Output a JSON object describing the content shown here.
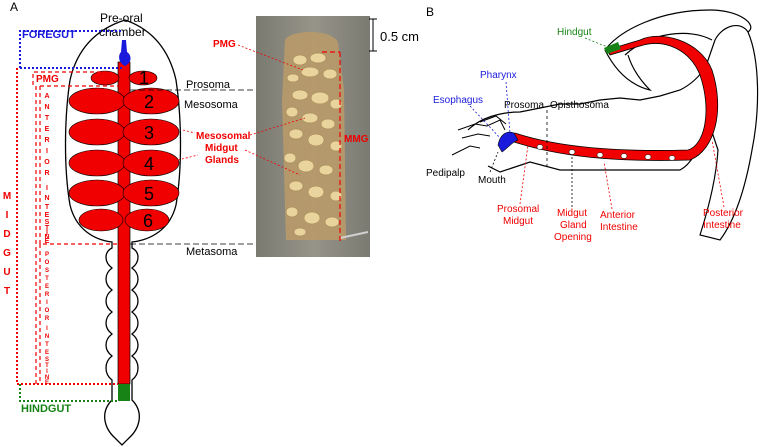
{
  "panels": {
    "a": "A",
    "b": "B"
  },
  "colors": {
    "gut_red": "#f00000",
    "foregut_blue": "#1a1adc",
    "hindgut_green": "#178317",
    "outline": "#000000",
    "photo_bg": "#8d8c82"
  },
  "panel_a": {
    "pre_oral_chamber_line1": "Pre-oral",
    "pre_oral_chamber_line2": "chamber",
    "foregut": "FOREGUT",
    "pmg": "PMG",
    "prosoma": "Prosoma",
    "mesosoma": "Mesosoma",
    "metasoma": "Metasoma",
    "midgut_letters": [
      "M",
      "I",
      "D",
      "G",
      "U",
      "T"
    ],
    "anterior_intestine_letters": [
      "A",
      "N",
      "T",
      "E",
      "R",
      "I",
      "O",
      "R",
      "I",
      "N",
      "T",
      "E",
      "S",
      "T",
      "I",
      "N",
      "E"
    ],
    "posterior_intestine_letters": [
      "P",
      "O",
      "S",
      "T",
      "E",
      "R",
      "I",
      "O",
      "R",
      "I",
      "N",
      "T",
      "E",
      "S",
      "T",
      "I",
      "N",
      "E"
    ],
    "hindgut": "HINDGUT",
    "gland_numbers": [
      "1",
      "2",
      "3",
      "4",
      "5",
      "6"
    ]
  },
  "photo": {
    "scale_bar": "0.5 cm",
    "pmg": "PMG",
    "mesosomal_line1": "Mesosomal",
    "mesosomal_line2": "Midgut",
    "mesosomal_line3": "Glands",
    "mmg": "MMG"
  },
  "panel_b": {
    "hindgut": "Hindgut",
    "pharynx": "Pharynx",
    "esophagus": "Esophagus",
    "prosoma": "Prosoma",
    "opisthosoma": "Opisthosoma",
    "pedipalp": "Pedipalp",
    "mouth": "Mouth",
    "prosomal_midgut_line1": "Prosomal",
    "prosomal_midgut_line2": "Midgut",
    "midgut_gland_line1": "Midgut",
    "midgut_gland_line2": "Gland",
    "midgut_gland_line3": "Opening",
    "anterior_intestine_line1": "Anterior",
    "anterior_intestine_line2": "Intestine",
    "posterior_intestine_line1": "Posterior",
    "posterior_intestine_line2": "Intestine"
  }
}
